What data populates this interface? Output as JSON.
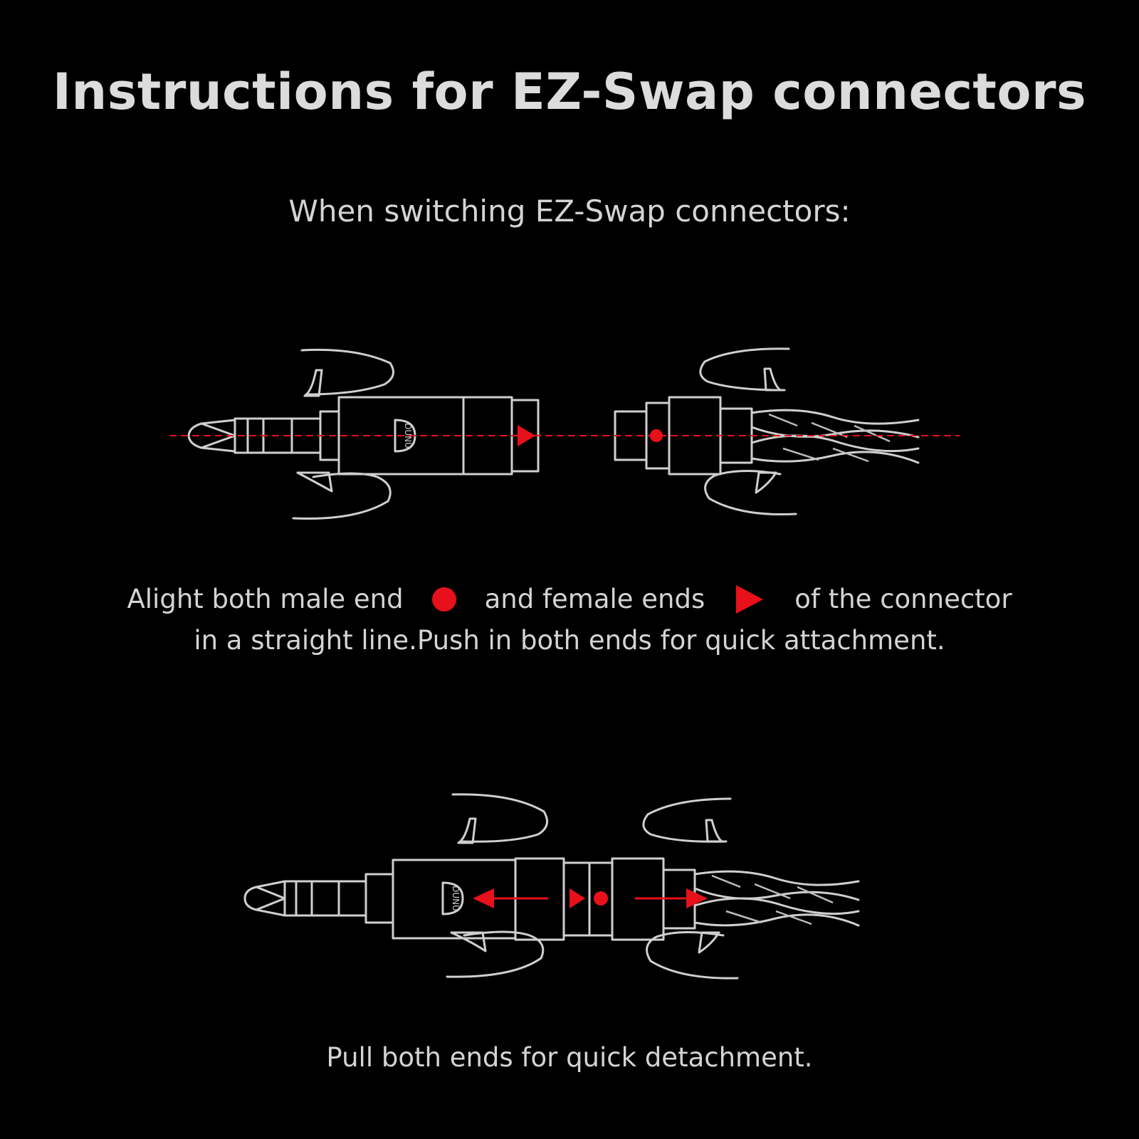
{
  "title": "Instructions for EZ-Swap connectors",
  "subtitle": "When switching EZ-Swap connectors:",
  "attach": {
    "text_before_dot": "Alight both male end",
    "marker_dot_icon": "red-circle-icon",
    "text_between": "and female ends",
    "marker_triangle_icon": "red-triangle-icon",
    "text_after_triangle": "of the connector",
    "line2": "in a straight line.Push in both ends for quick attachment."
  },
  "detach": {
    "text": "Pull both ends for quick detachment."
  },
  "brand_logo_text": "DUNU",
  "colors": {
    "background": "#000000",
    "text": "#d6d6d6",
    "line_art": "#cfcfcf",
    "accent_red": "#e8101a"
  }
}
